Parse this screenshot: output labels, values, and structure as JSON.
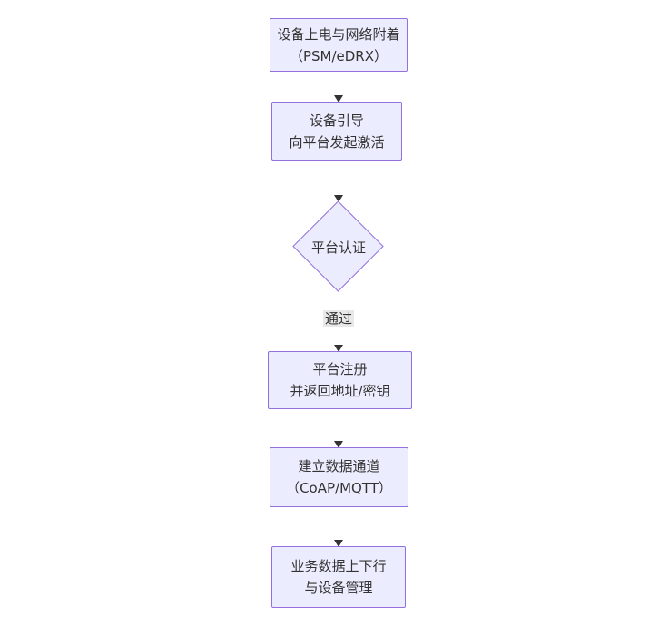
{
  "flowchart": {
    "direction": "top-down",
    "nodes": [
      {
        "id": "A",
        "shape": "rect",
        "lines": [
          "设备上电与网络附着",
          "（PSM/eDRX）"
        ]
      },
      {
        "id": "B",
        "shape": "rect",
        "lines": [
          "设备引导",
          "向平台发起激活"
        ]
      },
      {
        "id": "C",
        "shape": "diamond",
        "lines": [
          "平台认证"
        ]
      },
      {
        "id": "D",
        "shape": "rect",
        "lines": [
          "平台注册",
          "并返回地址/密钥"
        ]
      },
      {
        "id": "E",
        "shape": "rect",
        "lines": [
          "建立数据通道",
          "（CoAP/MQTT）"
        ]
      },
      {
        "id": "F",
        "shape": "rect",
        "lines": [
          "业务数据上下行",
          "与设备管理"
        ]
      }
    ],
    "edges": [
      {
        "from": "A",
        "to": "B",
        "label": ""
      },
      {
        "from": "B",
        "to": "C",
        "label": ""
      },
      {
        "from": "C",
        "to": "D",
        "label": "通过"
      },
      {
        "from": "D",
        "to": "E",
        "label": ""
      },
      {
        "from": "E",
        "to": "F",
        "label": ""
      }
    ],
    "colors": {
      "node_fill": "#ECECFF",
      "node_border": "#9370DB",
      "text": "#333333",
      "edge_line": "#333333",
      "edge_label_bg": "#e8e8e8",
      "background": "#ffffff"
    }
  }
}
